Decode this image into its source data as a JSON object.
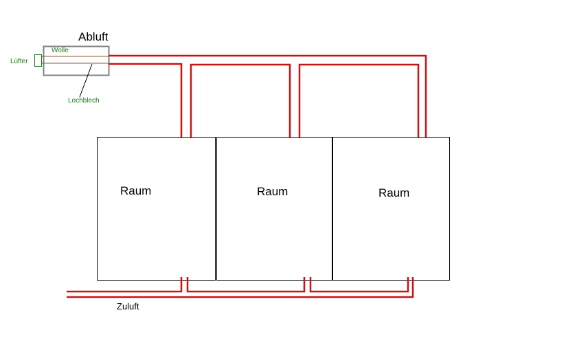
{
  "labels": {
    "exhaust": "Abluft",
    "wool": "Wolle",
    "fan": "Lüfter",
    "perforated_sheet": "Lochblech",
    "supply": "Zuluft",
    "rooms": [
      "Raum",
      "Raum",
      "Raum"
    ]
  },
  "colors": {
    "pipe": "#cc1111",
    "label_green": "#1a7a1a",
    "box_gray": "#808080",
    "inner_line": "#8b5a2b"
  }
}
